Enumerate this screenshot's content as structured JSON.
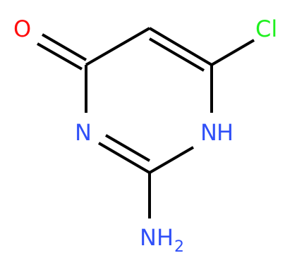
{
  "molecule": {
    "atoms": {
      "oxygen": {
        "text": "O",
        "color": "#ff0d0d"
      },
      "chlorine": {
        "text": "Cl",
        "color": "#1ff01f"
      },
      "ring_nitrogen": {
        "text": "N",
        "color": "#3050f8"
      },
      "nh_nitrogen": {
        "text": "N",
        "color": "#3050f8"
      },
      "nh_hydrogen": {
        "text": "H",
        "color": "#3050f8"
      },
      "amine_nitrogen": {
        "text": "N",
        "color": "#3050f8"
      },
      "amine_hydrogen": {
        "text": "H",
        "color": "#3050f8"
      },
      "amine_subscript": {
        "text": "2",
        "color": "#3050f8"
      }
    },
    "bond_color": "#000000"
  }
}
